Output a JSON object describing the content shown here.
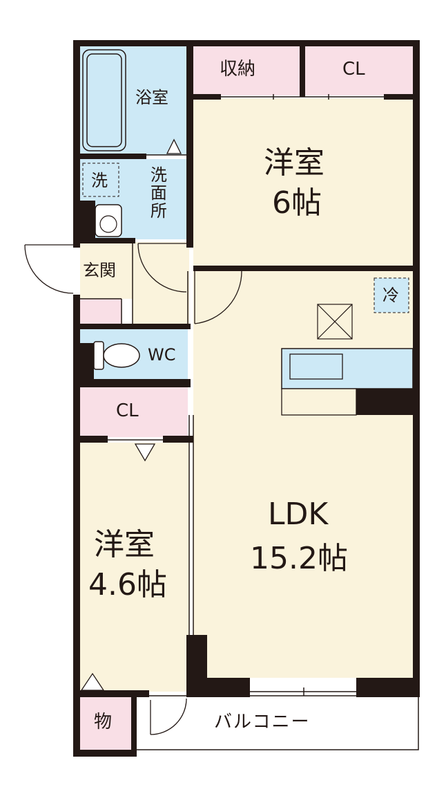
{
  "rooms": {
    "bath": "浴室",
    "washroom": "洗面所",
    "washer_mark": "洗",
    "entrance": "玄関",
    "wc": "WC",
    "storage_top": "収納",
    "cl_top": "CL",
    "cl_mid": "CL",
    "western_6_name": "洋室",
    "western_6_size": "6帖",
    "western_46_name": "洋室",
    "western_46_size": "4.6帖",
    "ldk_name": "LDK",
    "ldk_size": "15.2帖",
    "fridge_mark": "冷",
    "storage_small": "物",
    "balcony": "バルコニー"
  },
  "colors": {
    "wall": "#231815",
    "wet_area": "#cde9f6",
    "living_floor": "#faf3dc",
    "closet": "#f9dfe6",
    "line": "#231815"
  }
}
